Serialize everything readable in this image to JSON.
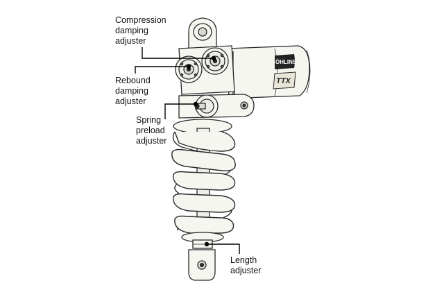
{
  "callouts": {
    "compression": "Compression\ndamping\nadjuster",
    "rebound": "Rebound\ndamping\nadjuster",
    "spring": "Spring\npreload\nadjuster",
    "length": "Length\nadjuster"
  },
  "branding": {
    "logo_text": "ÖHLINS",
    "model_text": "TTX"
  },
  "colors": {
    "outline": "#2a2a2a",
    "body_fill": "#f6f6f1",
    "callout_line": "#000000",
    "logo_fill": "#222222"
  }
}
